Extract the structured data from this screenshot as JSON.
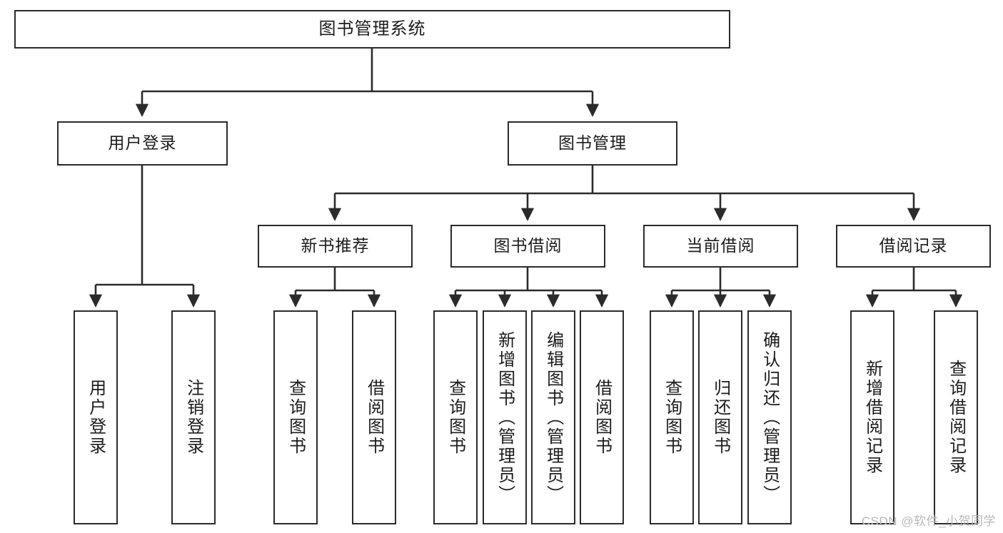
{
  "diagram": {
    "type": "tree-hierarchy-chart",
    "title": "图书管理系统",
    "watermark": "CSDN @软件_小贺同学",
    "colors": {
      "box_border": "#2b2b2b",
      "box_fill": "#ffffff",
      "edge": "#2b2b2b",
      "text": "#1c1c1c",
      "watermark": "#b8b8b8",
      "background": "#ffffff"
    },
    "root": {
      "id": "root",
      "label": "图书管理系统"
    },
    "level1": [
      {
        "id": "login",
        "label": "用户登录"
      },
      {
        "id": "bookmgmt",
        "label": "图书管理"
      }
    ],
    "level2": [
      {
        "id": "newbook",
        "label": "新书推荐",
        "parent": "bookmgmt"
      },
      {
        "id": "borrow",
        "label": "图书借阅",
        "parent": "bookmgmt"
      },
      {
        "id": "current",
        "label": "当前借阅",
        "parent": "bookmgmt"
      },
      {
        "id": "records",
        "label": "借阅记录",
        "parent": "bookmgmt"
      }
    ],
    "leaves": {
      "login": [
        {
          "id": "leaf-user-login",
          "label": "用户登录"
        },
        {
          "id": "leaf-user-logout",
          "label": "注销登录"
        }
      ],
      "newbook": [
        {
          "id": "leaf-nb-query",
          "label": "查询图书"
        },
        {
          "id": "leaf-nb-borrow",
          "label": "借阅图书"
        }
      ],
      "borrow": [
        {
          "id": "leaf-bw-query",
          "label": "查询图书"
        },
        {
          "id": "leaf-bw-add",
          "label": "新增图书（管理员）"
        },
        {
          "id": "leaf-bw-edit",
          "label": "编辑图书（管理员）"
        },
        {
          "id": "leaf-bw-borrow",
          "label": "借阅图书"
        }
      ],
      "current": [
        {
          "id": "leaf-cur-query",
          "label": "查询图书"
        },
        {
          "id": "leaf-cur-return",
          "label": "归还图书"
        },
        {
          "id": "leaf-cur-confirm",
          "label": "确认归还（管理员）"
        }
      ],
      "records": [
        {
          "id": "leaf-rec-add",
          "label": "新增借阅记录"
        },
        {
          "id": "leaf-rec-query",
          "label": "查询借阅记录"
        }
      ]
    }
  }
}
